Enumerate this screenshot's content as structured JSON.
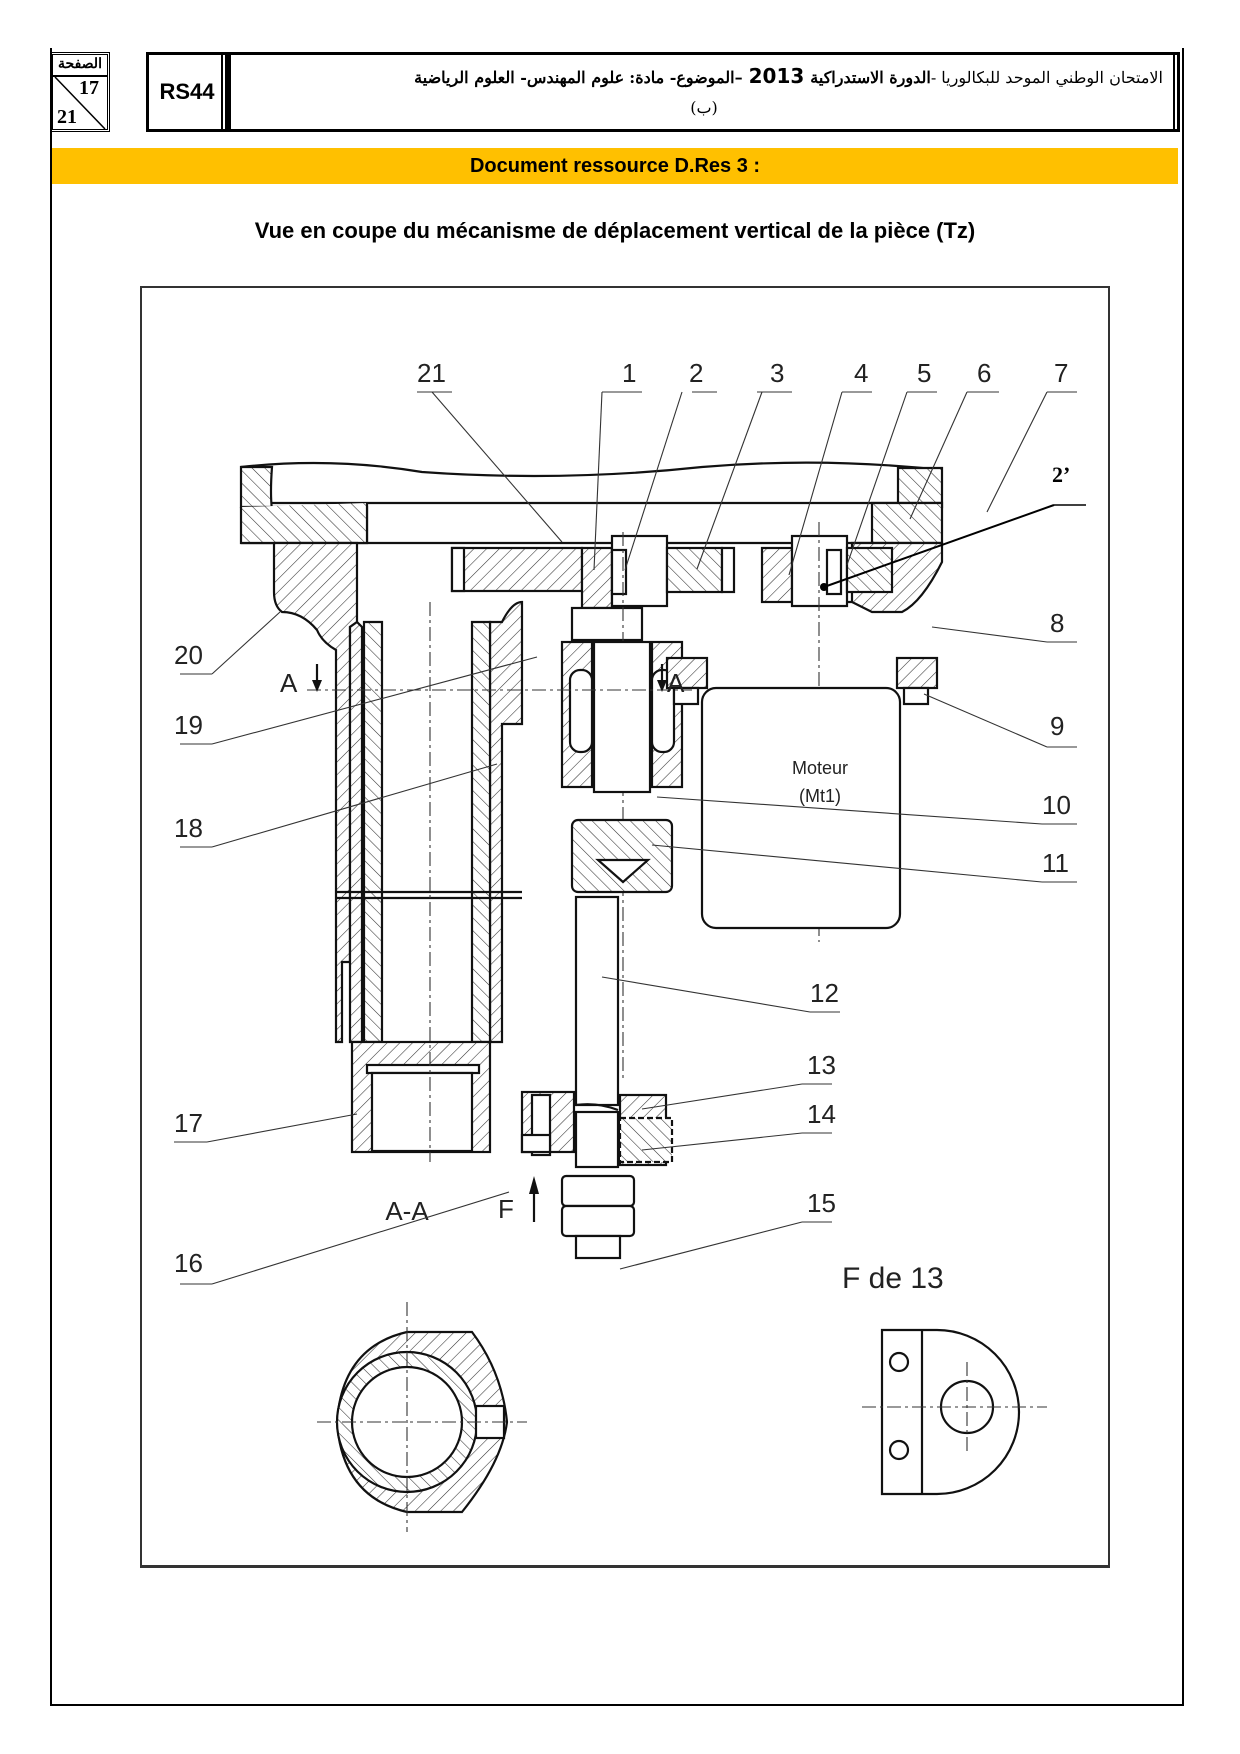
{
  "header": {
    "page_label": "الصفحة",
    "page_current": "17",
    "page_total": "21",
    "exam_code": "RS44",
    "title_part1": "الامتحان الوطني الموحد للبكالوريا -",
    "title_session": "الدورة الاستدراكية",
    "title_year": "2013",
    "title_part2": "–الموضوع- مادة:",
    "title_subject": "علوم المهندس- العلوم الرياضية",
    "title_line2": "(ب)"
  },
  "band": {
    "title": "Document ressource D.Res 3 :",
    "color": "#ffc000"
  },
  "subtitle": "Vue en coupe du mécanisme de déplacement vertical de la pièce (Tz)",
  "drawing": {
    "part_labels": {
      "p1": "1",
      "p2": "2",
      "p3": "3",
      "p4": "4",
      "p5": "5",
      "p6": "6",
      "p7": "7",
      "p8": "8",
      "p9": "9",
      "p10": "10",
      "p11": "11",
      "p12": "12",
      "p13": "13",
      "p14": "14",
      "p15": "15",
      "p16": "16",
      "p17": "17",
      "p18": "18",
      "p19": "19",
      "p20": "20",
      "p21": "21",
      "p2prime": "2’"
    },
    "section_marker": "A",
    "motor_label": "Moteur",
    "motor_id": "(Mt1)",
    "section_view_title": "A-A",
    "arrow_label": "F",
    "view_f_title": "F  de 13"
  }
}
